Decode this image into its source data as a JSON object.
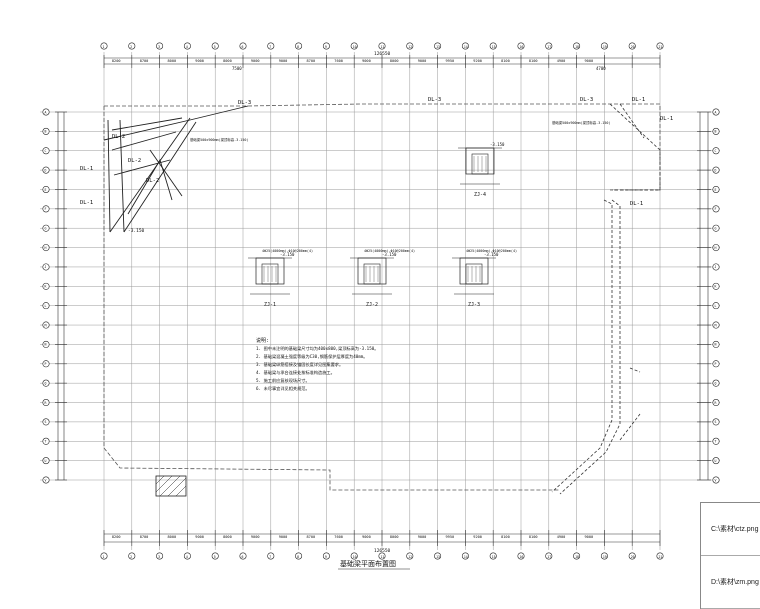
{
  "drawing": {
    "title": "基础梁平面布置图",
    "overall_dim": "126550",
    "top_dims": [
      "8200",
      "8700",
      "8000",
      "9000",
      "8000",
      "9000",
      "9000",
      "8700",
      "7600",
      "9000",
      "8000",
      "9000",
      "9950",
      "9200",
      "8100",
      "8100",
      "4900",
      "9000"
    ],
    "bottom_dims": [
      "8200",
      "8700",
      "8000",
      "9000",
      "8000",
      "9000",
      "9000",
      "8700",
      "7600",
      "9000",
      "8000",
      "9000",
      "9950",
      "9200",
      "8100",
      "8100",
      "4900",
      "9000"
    ],
    "top_sub_dim_left": "7500",
    "top_sub_dim_right": "4700",
    "beam_labels": [
      "DL-3",
      "DL-3",
      "DL-3",
      "DL-1",
      "DL-1",
      "DL-1",
      "DL-1",
      "DL-2",
      "DL-2",
      "DL-2",
      "DL-1"
    ],
    "elevation_labels": [
      "-3.150",
      "-3.150",
      "-3.150",
      "-3.150",
      "-3.150"
    ],
    "detail_labels": [
      "ZJ-1",
      "ZJ-2",
      "ZJ-3",
      "ZJ-4"
    ],
    "col_grid_labels": [
      "1",
      "2",
      "3",
      "4",
      "5",
      "6",
      "7",
      "8",
      "9",
      "10",
      "11",
      "12",
      "13",
      "14",
      "15",
      "16",
      "17",
      "18",
      "19",
      "20",
      "21"
    ],
    "row_grid_labels": [
      "A",
      "B",
      "C",
      "D",
      "E",
      "F",
      "G",
      "H",
      "J",
      "K",
      "L",
      "M",
      "N",
      "P",
      "Q",
      "R",
      "S",
      "T",
      "U",
      "V"
    ],
    "notes_title": "说明:",
    "notes": [
      "1. 图中未注明的基础梁尺寸均为400x800,梁顶标高为-3.150。",
      "2. 基础梁混凝土强度等级为C30,钢筋保护层厚度为40mm。",
      "3. 基础梁纵筋搭接及锚固长度详见图集要求。",
      "4. 基础梁与承台连接处按标准构造施工。",
      "5. 施工前应复核现场尺寸。",
      "6. 未尽事宜详见相关规范。"
    ],
    "pile_caption_left": "基础梁500x900mm(梁顶标高-3.150)",
    "pile_caption_right": "基础梁500x900mm(梁顶标高-3.150)",
    "beam_section_label": "4Φ25(4000mm),Φ10@200mm(4)"
  },
  "side_panel": {
    "file1": "C:\\素材\\ctz.png",
    "file2": "D:\\素材\\zm.png"
  }
}
